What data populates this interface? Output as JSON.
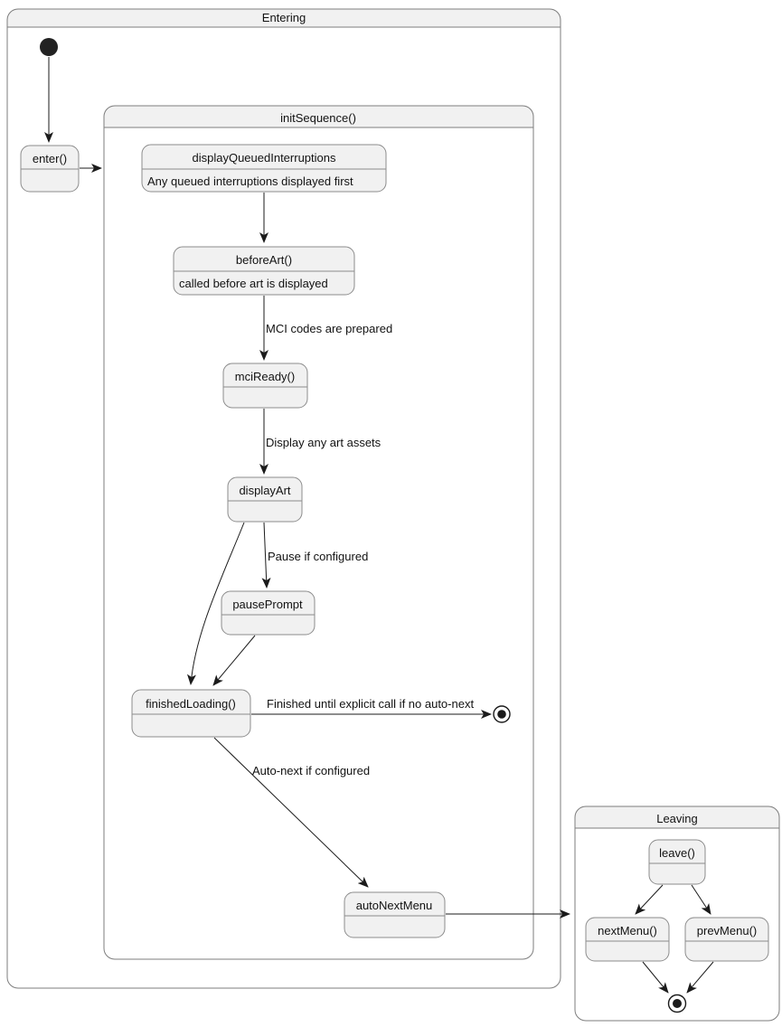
{
  "diagram_type": "uml-state-diagram",
  "containers": {
    "entering": {
      "title": "Entering"
    },
    "init_sequence": {
      "title": "initSequence()"
    },
    "leaving": {
      "title": "Leaving"
    }
  },
  "states": {
    "enter": {
      "label": "enter()"
    },
    "display_queued_interruptions": {
      "label": "displayQueuedInterruptions",
      "note": "Any queued interruptions displayed first"
    },
    "before_art": {
      "label": "beforeArt()",
      "note": "called before art is displayed"
    },
    "mci_ready": {
      "label": "mciReady()"
    },
    "display_art": {
      "label": "displayArt"
    },
    "pause_prompt": {
      "label": "pausePrompt"
    },
    "finished_loading": {
      "label": "finishedLoading()"
    },
    "auto_next_menu": {
      "label": "autoNextMenu"
    },
    "leave": {
      "label": "leave()"
    },
    "next_menu": {
      "label": "nextMenu()"
    },
    "prev_menu": {
      "label": "prevMenu()"
    }
  },
  "edge_labels": {
    "mci_prepared": "MCI codes are prepared",
    "display_assets": "Display any art assets",
    "pause_configured": "Pause if configured",
    "finished_no_autonext": "Finished until explicit call if no auto-next",
    "autonext_configured": "Auto-next if configured"
  },
  "colors": {
    "state_fill": "#f1f1f1",
    "state_border": "#8c8c8c",
    "container_border": "#7d7d7d",
    "edge_line": "#1b1b1b",
    "text": "#121212",
    "background": "#ffffff"
  }
}
